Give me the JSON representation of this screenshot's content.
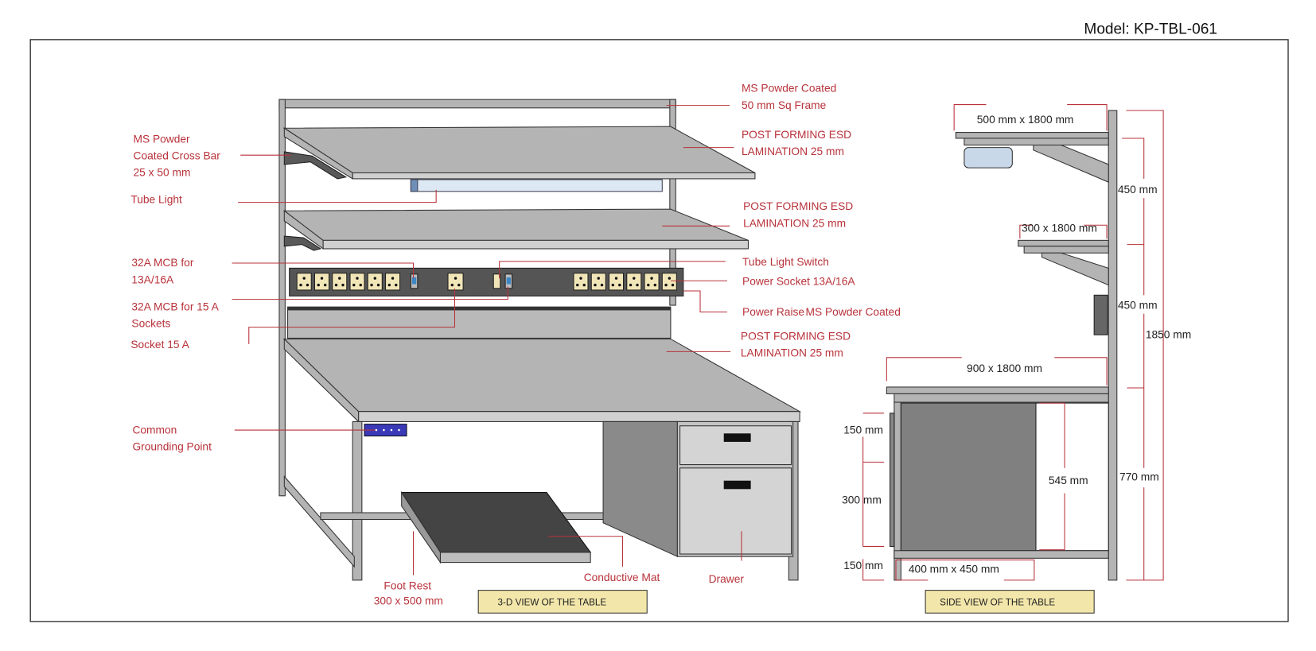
{
  "model": "Model: KP-TBL-061",
  "labels_3d": {
    "frame_line1": "MS Powder Coated",
    "frame_line2": "50 mm Sq Frame",
    "crossbar_line1": "MS Powder",
    "crossbar_line2": "Coated Cross Bar",
    "crossbar_line3": "25 x 50 mm",
    "top_shelf_line1": "POST FORMING ESD",
    "top_shelf_line2": "LAMINATION 25 mm",
    "tube_light": "Tube Light",
    "mid_shelf_line1": "POST FORMING ESD",
    "mid_shelf_line2": "LAMINATION 25 mm",
    "mcb1_line1": "32A MCB for",
    "mcb1_line2": "13A/16A",
    "tube_switch": "Tube Light Switch",
    "power_socket": "Power Socket 13A/16A",
    "mcb2_line1": "32A MCB for 15 A",
    "mcb2_line2": "Sockets",
    "power_raise": "Power Raise",
    "power_raise_coating": "MS Powder Coated",
    "socket15": "Socket 15 A",
    "desk_line1": "POST FORMING ESD",
    "desk_line2": "LAMINATION 25 mm",
    "grounding_line1": "Common",
    "grounding_line2": "Grounding Point",
    "foot_rest_line1": "Foot Rest",
    "foot_rest_line2": "300 x 500 mm",
    "conductive_mat": "Conductive Mat",
    "drawer": "Drawer"
  },
  "side_dims": {
    "top_shelf": "500 mm x 1800 mm",
    "gap1": "450 mm",
    "mid_shelf": "300 x 1800 mm",
    "gap2": "450 mm",
    "total": "1850 mm",
    "desk": "900 x 1800 mm",
    "drawer1": "150 mm",
    "drawer2": "300 mm",
    "drawer3": "150 mm",
    "cabinet": "545 mm",
    "desk_height": "770 mm",
    "cabinet_size": "400 mm x 450 mm"
  },
  "captions": {
    "view_3d": "3-D VIEW OF THE TABLE",
    "view_side": "SIDE VIEW OF THE TABLE"
  },
  "colors": {
    "label_red": "#b8323a",
    "caption_bg": "#f2e6aa",
    "steel": "#b4b4b4",
    "socket": "#f1e6b8",
    "mcb": "#3d86c6",
    "grounding": "#3a3ab8"
  }
}
